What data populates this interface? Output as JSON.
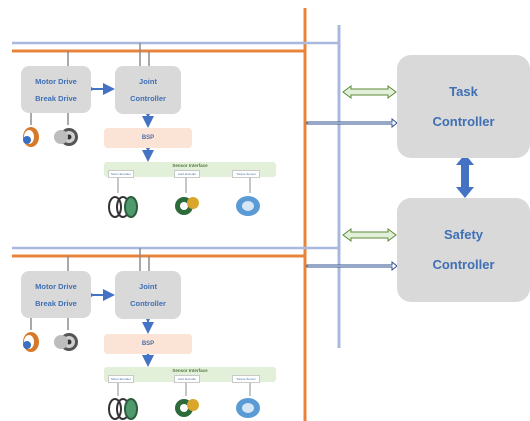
{
  "module_top": {
    "motor_drive": "Motor Drive",
    "break_drive": "Break Drive",
    "joint_line1": "Joint",
    "joint_line2": "Controller",
    "bsp": "BSP",
    "sensor_interface": "Sensor Interface",
    "sensors": [
      "Motor Encoder",
      "Joint Encoder",
      "Torque Sensor"
    ]
  },
  "module_bottom": {
    "motor_drive": "Motor Drive",
    "break_drive": "Break Drive",
    "joint_line1": "Joint",
    "joint_line2": "Controller",
    "bsp": "BSP",
    "sensor_interface": "Sensor Interface",
    "sensors": [
      "Motor Encoder",
      "Joint Encoder",
      "Torque Sensor"
    ]
  },
  "task_controller": {
    "line1": "Task",
    "line2": "Controller"
  },
  "safety_controller": {
    "line1": "Safety",
    "line2": "Controller"
  },
  "colors": {
    "orange_bus": "#e8843a",
    "blue_bus": "#a9b8dd",
    "arrow_blue": "#4472c4",
    "arrow_green_fill": "#e2f0d9",
    "box_gray": "#d9d9d9",
    "label_blue": "#3f6fb5"
  }
}
